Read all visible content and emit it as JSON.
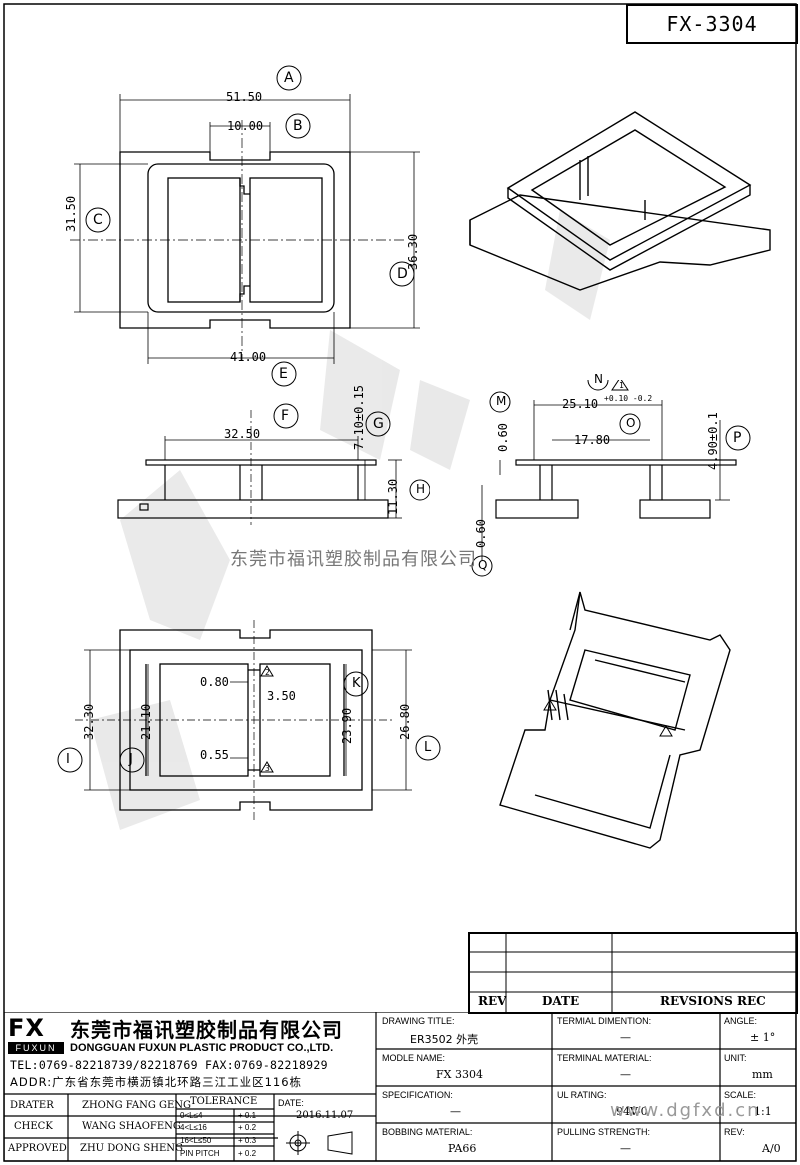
{
  "drawing_code": "FX-3304",
  "watermark": "东莞市福讯塑胶制品有限公司",
  "website": "www.dgfxd.cn",
  "dimensions": {
    "top_view": {
      "A": "51.50",
      "B": "10.00",
      "C": "31.50",
      "D": "36.30",
      "E": "41.00",
      "A_tag": "A",
      "B_tag": "B",
      "C_tag": "C",
      "D_tag": "D",
      "E_tag": "E"
    },
    "side_view": {
      "F": "32.50",
      "G": "7.10±0.15",
      "H": "11.30",
      "F_tag": "F",
      "G_tag": "G",
      "H_tag": "H"
    },
    "section_view": {
      "N_main": "25.10",
      "N_tol": "+0.10 -0.2",
      "O": "17.80",
      "M": "0.60",
      "P": "4.90±0.1",
      "Q": "0.60",
      "M_tag": "M",
      "N_tag": "N",
      "O_tag": "O",
      "P_tag": "P",
      "Q_tag": "Q",
      "note_tag": "1"
    },
    "bottom_view": {
      "I": "32.30",
      "J": "21.10",
      "K": "23.90",
      "L": "26.80",
      "v1": "0.80",
      "v2": "3.50",
      "v3": "0.55",
      "I_tag": "I",
      "J_tag": "J",
      "K_tag": "K",
      "L_tag": "L",
      "note2": "2",
      "note3": "3",
      "note4": "4"
    }
  },
  "revision_table": {
    "headers": [
      "REV",
      "DATE",
      "REVSIONS REC"
    ]
  },
  "company": {
    "logo": "FX",
    "logo_sub": "FUXUN",
    "name_cn": "东莞市福讯塑胶制品有限公司",
    "name_en": "DONGGUAN FUXUN PLASTIC PRODUCT CO.,LTD.",
    "tel": "TEL:0769-82218739/82218769 FAX:0769-82218929",
    "addr": "ADDR:广东省东莞市横沥镇北环路三江工业区116栋"
  },
  "title_block": {
    "drawing_title_label": "DRAWING TITLE:",
    "drawing_title": "ER3502 外壳",
    "model_name_label": "MODLE NAME:",
    "model_name": "FX 3304",
    "specification_label": "SPECIFICATION:",
    "specification": "—",
    "bobbing_material_label": "BOBBING MATERIAL:",
    "bobbing_material": "PA66",
    "terminal_dimention_label": "TERMIAL DIMENTION:",
    "terminal_dimention": "—",
    "terminal_material_label": "TERMINAL MATERIAL:",
    "terminal_material": "—",
    "ul_rating_label": "UL RATING:",
    "ul_rating": "94V-0",
    "pulling_strength_label": "PULLING STRENGTH:",
    "pulling_strength": "—",
    "angle_label": "ANGLE:",
    "angle": "± 1°",
    "unit_label": "UNIT:",
    "unit": "mm",
    "scale_label": "SCALE:",
    "scale": "1:1",
    "rev_label": "REV:",
    "rev": "A/0",
    "drater_label": "DRATER",
    "drater": "ZHONG FANG GENG",
    "check_label": "CHECK",
    "check": "WANG SHAOFENG",
    "approved_label": "APPROVED",
    "approved": "ZHU DONG SHENG",
    "tolerance_label": "TOLERANCE",
    "tolerances": [
      {
        "range": "0<L≤4",
        "tol": "+ 0.1"
      },
      {
        "range": "4<L≤16",
        "tol": "+ 0.2"
      },
      {
        "range": "16<L≤50",
        "tol": "+ 0.3"
      },
      {
        "range": "PIN PITCH",
        "tol": "+ 0.2"
      }
    ],
    "date_label": "DATE:",
    "date": "2016.11.07"
  }
}
